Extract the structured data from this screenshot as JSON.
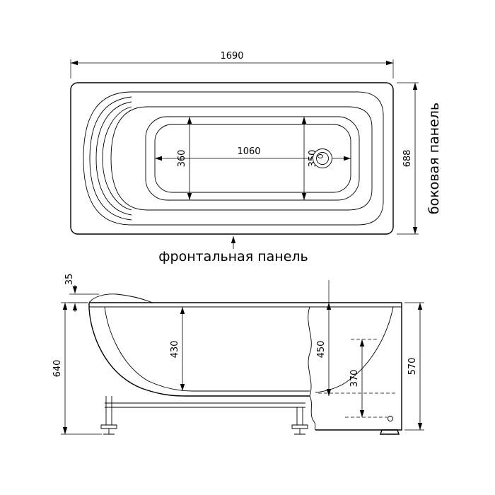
{
  "colors": {
    "ink": "#000000",
    "paper": "#ffffff"
  },
  "labels": {
    "side_panel": "боковая панель",
    "front_panel": "фронтальная панель"
  },
  "dimensions": {
    "top_view": {
      "overall_length": "1690",
      "overall_width": "688",
      "bottom_width_left": "360",
      "bottom_length": "1060",
      "bottom_width_right": "350"
    },
    "side_view": {
      "rim_lip": "35",
      "overall_height": "640",
      "inner_depth": "430",
      "rim_to_base": "450",
      "panel_lower": "370",
      "panel_height": "570"
    }
  }
}
